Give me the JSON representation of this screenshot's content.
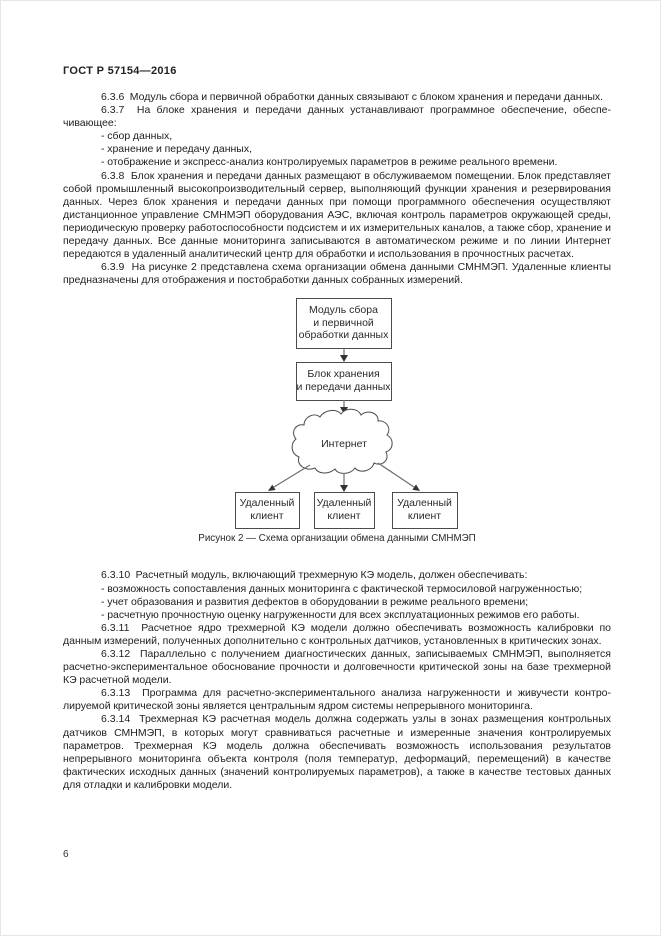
{
  "page": {
    "header": "ГОСТ Р 57154—2016",
    "page_number": "6"
  },
  "paragraphs_top": [
    "6.3.6  Модуль сбора и первичной обработки данных связывают с блоком хранения и передачи данных.",
    "6.3.7  На блоке хранения и передачи данных устанавливают программное обеспечение, обеспе­чивающее:",
    "- сбор данных,",
    "- хранение и передачу данных,",
    "- отображение и экспресс-анализ контролируемых параметров в режиме реального времени.",
    "6.3.8  Блок хранения и передачи данных размещают в обслуживаемом помещении. Блок представ­ляет собой промышленный высокопроизводительный сервер, выполняющий функции хранения и резервирования данных. Через блок хранения и передачи данных при помощи программного обеспече­ния осуществляют дистанционное управление СМНМЭП оборудования АЭС, включая контроль пара­метров окружающей среды, периодическую проверку работоспособности подсистем и их измерительных каналов, а также сбор, хранение и передачу данных. Все данные мониторинга записы­ваются в автоматическом режиме и по линии Интернет передаются в удаленный аналитический центр для обработки и использования в прочностных расчетах.",
    "6.3.9  На рисунке 2 представлена схема организации обмена данными СМНМЭП. Удаленные клиенты предназначены для отображения и постобработки данных собранных измерений."
  ],
  "diagram": {
    "module_box": "Модуль сбора\nи первичной\nобработки данных",
    "storage_box": "Блок хранения\nи передачи данных",
    "internet_label": "Интернет",
    "client_boxes": [
      "Удаленный\nклиент",
      "Удаленный\nклиент",
      "Удаленный\nклиент"
    ],
    "caption": "Рисунок 2 — Схема организации обмена данными СМНМЭП"
  },
  "paragraphs_bottom": [
    "6.3.10  Расчетный модуль, включающий трехмерную КЭ модель, должен обеспечивать:",
    "- возможность сопоставления данных мониторинга с фактической термосиловой нагружен­ностью;",
    "- учет образования и развития дефектов в оборудовании в режиме реального времени;",
    "- расчетную прочностную оценку нагруженности для всех эксплуатационных режимов его работы.",
    "6.3.11  Расчетное ядро трехмерной КЭ модели должно обеспечивать возможность калибровки по данным измерений, полученных дополнительно с контрольных датчиков, установленных в критических зонах.",
    "6.3.12  Параллельно с получением диагностических данных, записываемых СМНМЭП, выполня­ется расчетно-экспериментальное обоснование прочности и долговечности критической зоны на базе трехмерной КЭ расчетной модели.",
    "6.3.13  Программа для расчетно-экспериментального анализа нагруженности и живучести контро­лируемой критической зоны является центральным ядром системы непрерывного мониторинга.",
    "6.3.14  Трехмерная КЭ расчетная модель должна содержать узлы в зонах размещения контроль­ных датчиков СМНМЭП, в которых могут сравниваться расчетные и измеренные значения контролируе­мых параметров. Трехмерная КЭ модель должна обеспечивать возможность использования результатов непрерывного мониторинга объекта контроля (поля температур, деформаций, перемеще­ний) в качестве фактических исходных данных (значений контролируемых параметров), а также в качестве тестовых данных для отладки и калибровки модели."
  ],
  "colors": {
    "text": "#222222",
    "box_stroke": "#4b4b4b",
    "arrow_line": "#6e6e6e",
    "arrow_head": "#333333",
    "page_border": "#e6e6e6"
  }
}
